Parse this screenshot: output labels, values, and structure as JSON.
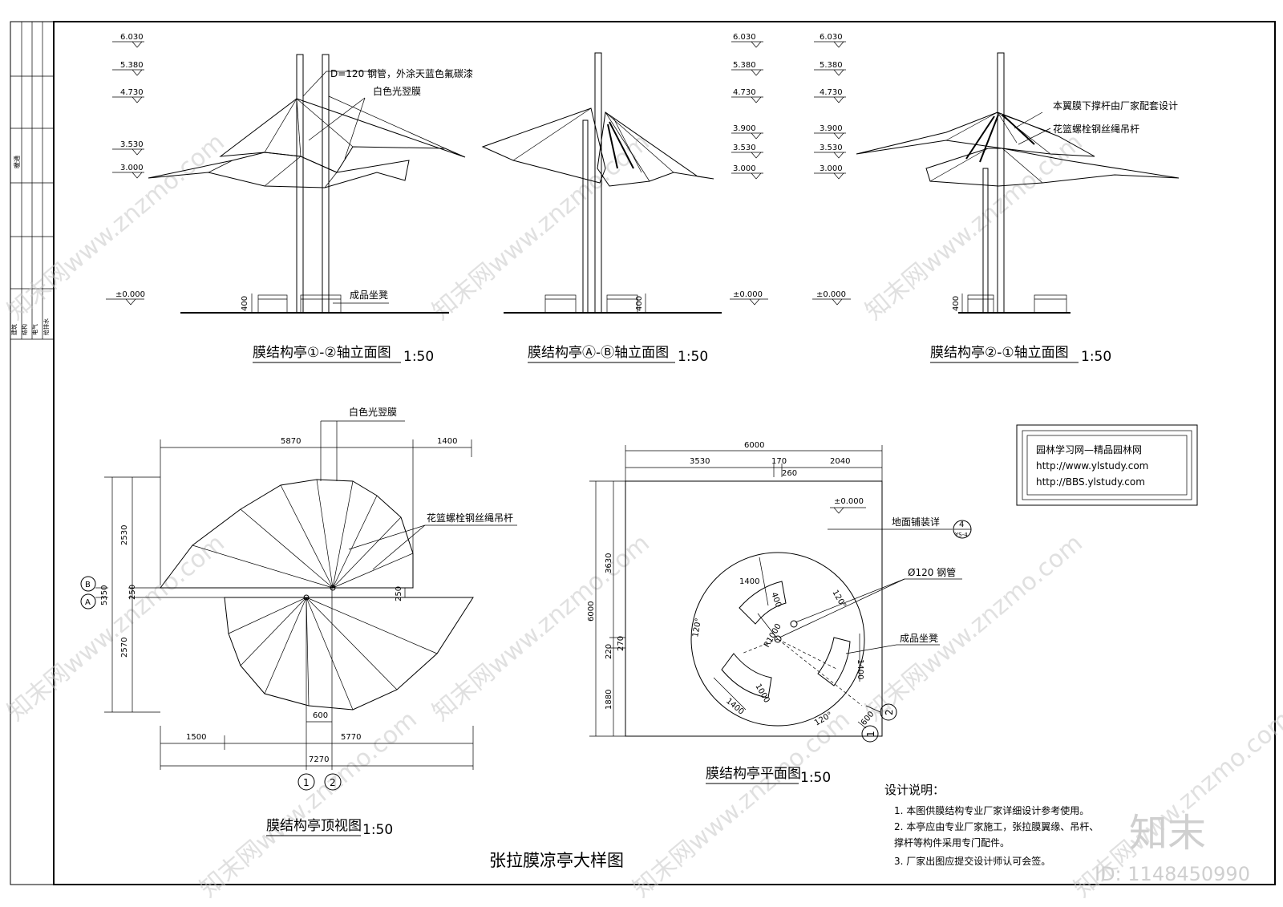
{
  "elevation_levels": {
    "left": [
      "6.030",
      "5.380",
      "4.730",
      "3.530",
      "3.000",
      "±0.000"
    ],
    "middle": [
      "6.030",
      "5.380",
      "4.730",
      "3.900",
      "3.530",
      "3.000",
      "±0.000"
    ],
    "right": [
      "6.030",
      "5.380",
      "4.730",
      "3.900",
      "3.530",
      "3.000",
      "±0.000"
    ]
  },
  "elevation_notes": {
    "steel_pipe": "D=120 钢管，外涂天蓝色氟碳漆",
    "membrane": "白色光翌膜",
    "bench": "成品坐凳",
    "bench_height": "400",
    "struts_note": "本翼膜下撑杆由厂家配套设计",
    "turnbuckle": "花篮螺栓钢丝绳吊杆"
  },
  "elevation_titles": {
    "view1": "膜结构亭①-②轴立面图",
    "view2": "膜结构亭Ⓐ-Ⓑ轴立面图",
    "view3": "膜结构亭②-①轴立面图",
    "scale": "1:50"
  },
  "top_view": {
    "membrane_label": "白色光翌膜",
    "turnbuckle_label": "花篮螺栓钢丝绳吊杆",
    "dims_top": [
      "5870",
      "1400"
    ],
    "dims_left": [
      "2530",
      "250",
      "2570",
      "5350"
    ],
    "dim_right": "250",
    "dims_bottom": [
      "600",
      "1500",
      "5770",
      "7270"
    ],
    "axis_B": "B",
    "axis_A": "A",
    "axis_1": "1",
    "axis_2": "2",
    "title": "膜结构亭顶视图",
    "scale": "1:50"
  },
  "plan_view": {
    "dims_top": [
      "6000",
      "3530",
      "170",
      "2040",
      "260"
    ],
    "dims_left": [
      "3630",
      "6000",
      "270",
      "220",
      "1880"
    ],
    "level": "±0.000",
    "paving": "地面铺装详",
    "detail_num": "4",
    "detail_sheet": "YS-4",
    "pipe": "Ø120 钢管",
    "bench": "成品坐凳",
    "dims_inner": [
      "1400",
      "400",
      "R1000",
      "1400",
      "1000",
      "1400",
      "600"
    ],
    "angles": [
      "120°",
      "120°",
      "120°"
    ],
    "axis_1": "1",
    "axis_2": "2",
    "title": "膜结构亭平面图",
    "scale": "1:50"
  },
  "stamp": {
    "line1": "园林学习网—精品园林网",
    "line2": "http://www.ylstudy.com",
    "line3": "http://BBS.ylstudy.com"
  },
  "design_notes": {
    "heading": "设计说明：",
    "items": [
      "1. 本图供膜结构专业厂家详细设计参考使用。",
      "2. 本亭应由专业厂家施工，张拉膜翼缘、吊杆、",
      "   撑杆等构件采用专门配件。",
      "3. 厂家出图应提交设计师认可会签。"
    ]
  },
  "main_title": "张拉膜凉亭大样图",
  "side_labels": [
    "暖通",
    "建筑",
    "结构",
    "电气",
    "给排水"
  ],
  "watermark": {
    "text": "知末网www.znzmo.com",
    "logo": "知末",
    "id": "ID: 1148450990"
  }
}
